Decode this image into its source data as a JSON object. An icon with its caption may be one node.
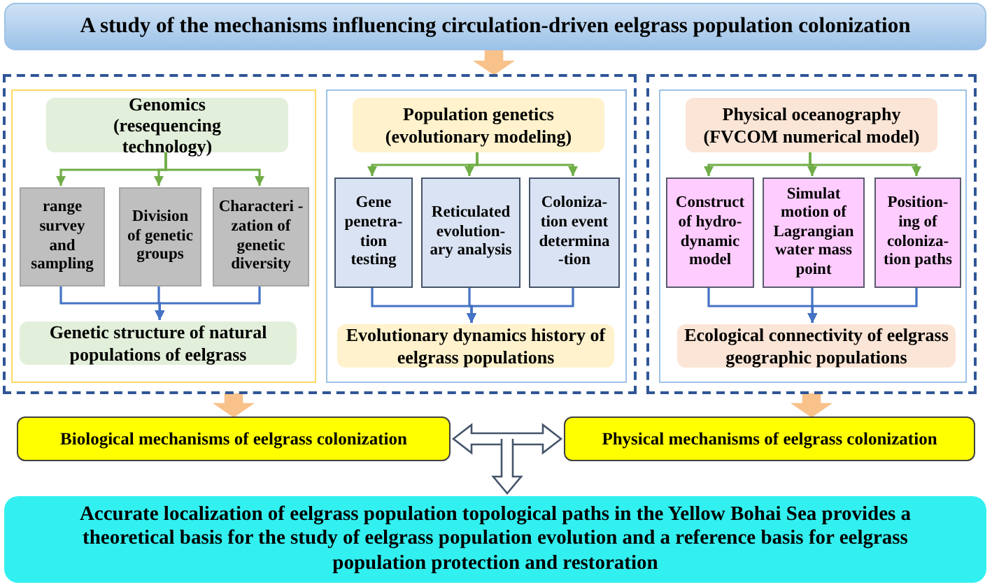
{
  "diagram": {
    "nodes": [
      {
        "text": [
          "A study of the mechanisms influencing circulation-driven eelgrass population colonization"
        ]
      },
      {
        "text": [],
        "shape": "box"
      },
      {
        "text": [],
        "shape": "box",
        "in": 1
      },
      {
        "text": [
          "Genomics (resequencing technology)"
        ],
        "in": 2
      },
      {
        "text": [
          "range survey and sampling"
        ],
        "in": 2
      },
      {
        "text": [
          "Division of genetic groups"
        ],
        "in": 2
      },
      {
        "text": [
          "Characteri -zation of genetic diversity"
        ],
        "in": 2
      },
      {
        "text": [
          "Genetic structure of natural populations of eelgrass"
        ],
        "in": 2
      },
      {
        "text": [],
        "shape": "box",
        "in": 1
      },
      {
        "text": [
          "Population genetics (evolutionary modeling)"
        ],
        "in": 8
      },
      {
        "text": [
          "Gene penetra- tion testing"
        ],
        "in": 8
      },
      {
        "text": [
          "Reticulated evolution- ary analysis"
        ],
        "in": 8
      },
      {
        "text": [
          "Coloniza- tion event determina -tion"
        ],
        "in": 8
      },
      {
        "text": [
          "Evolutionary dynamics history of eelgrass populations"
        ],
        "in": 8
      },
      {
        "text": [],
        "shape": "box"
      },
      {
        "text": [],
        "shape": "box",
        "in": 14
      },
      {
        "text": [
          "Physical oceanography (FVCOM numerical model)"
        ],
        "in": 15
      },
      {
        "text": [
          "Construct of hydro- dynamic model"
        ],
        "in": 15
      },
      {
        "text": [
          "Simulat motion of Lagrangian water mass point"
        ],
        "in": 15
      },
      {
        "text": [
          "Position- ing of coloniza- tion paths"
        ],
        "in": 15
      },
      {
        "text": [
          "Ecological connectivity of eelgrass geographic populations"
        ],
        "in": 15
      },
      {
        "text": [
          "Biological mechanisms of eelgrass colonization"
        ]
      },
      {
        "text": [
          "Physical mechanisms of eelgrass colonization"
        ]
      },
      {
        "text": [
          "Accurate localization of eelgrass population topological paths in the Yellow Bohai Sea provides a theoretical basis for the study of eelgrass population evolution and a reference basis for eelgrass population protection and restoration"
        ]
      }
    ],
    "edges": [
      {
        "from": 0,
        "to": 1,
        "arrow": "to",
        "style": "thick",
        "color": "#f8c28a"
      },
      {
        "from": 3,
        "to": 4,
        "arrow": "to",
        "color": "#70ad47"
      },
      {
        "from": 3,
        "to": 5,
        "arrow": "to",
        "color": "#70ad47"
      },
      {
        "from": 3,
        "to": 6,
        "arrow": "to",
        "color": "#70ad47"
      },
      {
        "from": 4,
        "to": 7,
        "arrow": "to",
        "color": "#4472c4"
      },
      {
        "from": 5,
        "to": 7,
        "arrow": "to",
        "color": "#4472c4"
      },
      {
        "from": 6,
        "to": 7,
        "arrow": "to",
        "color": "#4472c4"
      },
      {
        "from": 9,
        "to": 10,
        "arrow": "to",
        "color": "#70ad47"
      },
      {
        "from": 9,
        "to": 11,
        "arrow": "to",
        "color": "#70ad47"
      },
      {
        "from": 9,
        "to": 12,
        "arrow": "to",
        "color": "#70ad47"
      },
      {
        "from": 10,
        "to": 13,
        "arrow": "to",
        "color": "#4472c4"
      },
      {
        "from": 11,
        "to": 13,
        "arrow": "to",
        "color": "#4472c4"
      },
      {
        "from": 12,
        "to": 13,
        "arrow": "to",
        "color": "#4472c4"
      },
      {
        "from": 16,
        "to": 17,
        "arrow": "to",
        "color": "#70ad47"
      },
      {
        "from": 16,
        "to": 18,
        "arrow": "to",
        "color": "#70ad47"
      },
      {
        "from": 16,
        "to": 19,
        "arrow": "to",
        "color": "#70ad47"
      },
      {
        "from": 17,
        "to": 20,
        "arrow": "to",
        "color": "#4472c4"
      },
      {
        "from": 18,
        "to": 20,
        "arrow": "to",
        "color": "#4472c4"
      },
      {
        "from": 19,
        "to": 20,
        "arrow": "to",
        "color": "#4472c4"
      },
      {
        "from": 1,
        "to": 21,
        "arrow": "to",
        "style": "thick",
        "color": "#f8c28a"
      },
      {
        "from": 14,
        "to": 22,
        "arrow": "to",
        "style": "thick",
        "color": "#f8c28a"
      },
      {
        "from": 21,
        "to": 22,
        "arrow": "both",
        "style": "thick",
        "color": "#ffffff"
      },
      {
        "from": 21,
        "to": 23,
        "arrow": "to",
        "style": "thick",
        "color": "#ffffff"
      },
      {
        "from": 22,
        "to": 23,
        "arrow": "to",
        "style": "thick",
        "color": "#ffffff"
      }
    ]
  }
}
